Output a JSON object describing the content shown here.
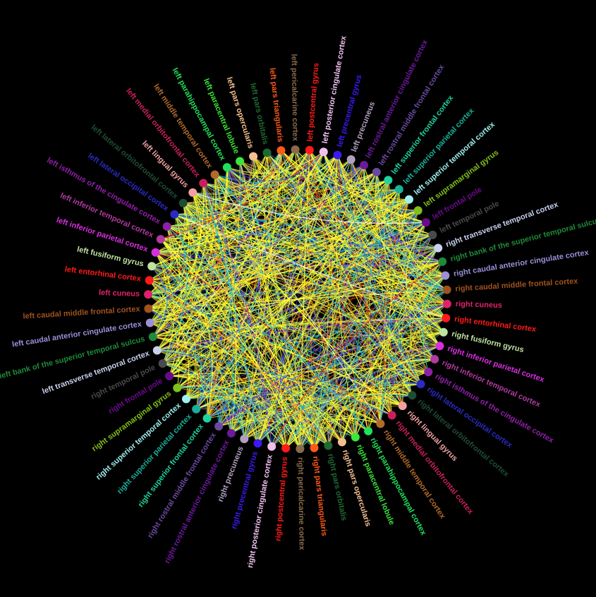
{
  "diagram": {
    "type": "connectogram",
    "background": "#000000",
    "line_palette": [
      "#ffff33",
      "#e6e62e",
      "#1fb8e0",
      "#2a8fd6",
      "#2f4ee0",
      "#ff9a1a",
      "#cc2222",
      "#8a2be2",
      "#f2f2f2",
      "#3ad6a0"
    ],
    "nodes": [
      {
        "label": "right transverse temporal cortex",
        "color": "#c8d2f0"
      },
      {
        "label": "right bank of the superior temporal sulcus",
        "color": "#1f8a3a"
      },
      {
        "label": "right caudal anterior cingulate cortex",
        "color": "#9d8ed9"
      },
      {
        "label": "right caudal middle frontal cortex",
        "color": "#a0521e"
      },
      {
        "label": "right cuneus",
        "color": "#e0226a"
      },
      {
        "label": "right entorhinal cortex",
        "color": "#ff1a1a"
      },
      {
        "label": "right fusiform gyrus",
        "color": "#bfe3a0"
      },
      {
        "label": "right inferior parietal cortex",
        "color": "#d92ee0"
      },
      {
        "label": "right inferior temporal cortex",
        "color": "#b03aa0"
      },
      {
        "label": "right isthmus of the cingulate cortex",
        "color": "#8f1fa8"
      },
      {
        "label": "right lateral occipital cortex",
        "color": "#2a2ac0"
      },
      {
        "label": "right lateral orbitofrontal cortex",
        "color": "#1e4d33"
      },
      {
        "label": "right lingual gyrus",
        "color": "#f0a0a0"
      },
      {
        "label": "right medial orbitofrontal cortex",
        "color": "#c8205a"
      },
      {
        "label": "right middle temporal cortex",
        "color": "#b06a2a"
      },
      {
        "label": "right parahippocampal cortex",
        "color": "#22e05a"
      },
      {
        "label": "right paracentral lobule",
        "color": "#3ae63a"
      },
      {
        "label": "right pars opercularis",
        "color": "#f5c090"
      },
      {
        "label": "right pars orbitalis",
        "color": "#1f6a32"
      },
      {
        "label": "right pars triangularis",
        "color": "#ff5a1a"
      },
      {
        "label": "right pericalcarine cortex",
        "color": "#8a6a4a"
      },
      {
        "label": "right postcentral gyrus",
        "color": "#ff1a1a"
      },
      {
        "label": "right posterior cingulate cortex",
        "color": "#f0c0f0"
      },
      {
        "label": "right precentral gyrus",
        "color": "#3a1af0"
      },
      {
        "label": "right precuneus",
        "color": "#b0a0c0"
      },
      {
        "label": "right rostral anterior cingulate cortex",
        "color": "#6a1a9a"
      },
      {
        "label": "right rostral middle frontal cortex",
        "color": "#6a4aa0"
      },
      {
        "label": "right superior frontal cortex",
        "color": "#20d2a0"
      },
      {
        "label": "right superior parietal cortex",
        "color": "#1ab09a"
      },
      {
        "label": "right superior temporal cortex",
        "color": "#a0f0f0"
      },
      {
        "label": "right supramarginal gyrus",
        "color": "#80c01a"
      },
      {
        "label": "right frontal pole",
        "color": "#6a0a8a"
      },
      {
        "label": "right temporal pole",
        "color": "#4a4a4a"
      },
      {
        "label": "left transverse temporal cortex",
        "color": "#c8d2f0"
      },
      {
        "label": "left bank of the superior temporal sulcus",
        "color": "#1f8a3a"
      },
      {
        "label": "left caudal anterior cingulate cortex",
        "color": "#9d8ed9"
      },
      {
        "label": "left caudal middle frontal cortex",
        "color": "#a0521e"
      },
      {
        "label": "left cuneus",
        "color": "#e0226a"
      },
      {
        "label": "left entorhinal cortex",
        "color": "#ff1a1a"
      },
      {
        "label": "left fusiform gyrus",
        "color": "#bfe3a0"
      },
      {
        "label": "left inferior parietal cortex",
        "color": "#d92ee0"
      },
      {
        "label": "left inferior temporal cortex",
        "color": "#b03aa0"
      },
      {
        "label": "left isthmus of the cingulate cortex",
        "color": "#8f1fa8"
      },
      {
        "label": "left lateral occipital cortex",
        "color": "#2a2ac0"
      },
      {
        "label": "left lateral orbitofrontal cortex",
        "color": "#1e4d33"
      },
      {
        "label": "left lingual gyrus",
        "color": "#f0a0a0"
      },
      {
        "label": "left medial orbitofrontal cortex",
        "color": "#c8205a"
      },
      {
        "label": "left middle temporal cortex",
        "color": "#b06a2a"
      },
      {
        "label": "left parahippocampal cortex",
        "color": "#22e05a"
      },
      {
        "label": "left paracentral lobule",
        "color": "#3ae63a"
      },
      {
        "label": "left pars opercularis",
        "color": "#f5c090"
      },
      {
        "label": "left pars orbitalis",
        "color": "#1f6a32"
      },
      {
        "label": "left pars triangularis",
        "color": "#ff5a1a"
      },
      {
        "label": "left pericalcarine cortex",
        "color": "#8a6a4a"
      },
      {
        "label": "left postcentral gyrus",
        "color": "#ff1a1a"
      },
      {
        "label": "left posterior cingulate cortex",
        "color": "#f0c0f0"
      },
      {
        "label": "left precentral gyrus",
        "color": "#3a1af0"
      },
      {
        "label": "left precuneus",
        "color": "#b0a0c0"
      },
      {
        "label": "left rostral anterior cingulate cortex",
        "color": "#6a1a9a"
      },
      {
        "label": "left rostral middle frontal cortex",
        "color": "#6a4aa0"
      },
      {
        "label": "left superior frontal cortex",
        "color": "#20d2a0"
      },
      {
        "label": "left superior parietal cortex",
        "color": "#1ab09a"
      },
      {
        "label": "left superior temporal cortex",
        "color": "#a0f0f0"
      },
      {
        "label": "left supramarginal gyrus",
        "color": "#80c01a"
      },
      {
        "label": "left frontal pole",
        "color": "#6a0a8a"
      },
      {
        "label": "left temporal pole",
        "color": "#4a4a4a"
      }
    ]
  }
}
